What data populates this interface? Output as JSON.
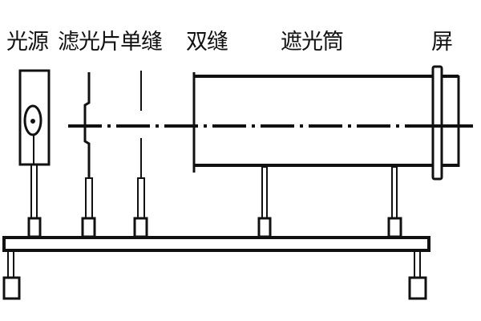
{
  "labels": {
    "light_source": "光源",
    "filter": "滤光片",
    "single_slit": "单缝",
    "double_slit": "双缝",
    "shading_tube": "遮光筒",
    "screen": "屏"
  }
}
